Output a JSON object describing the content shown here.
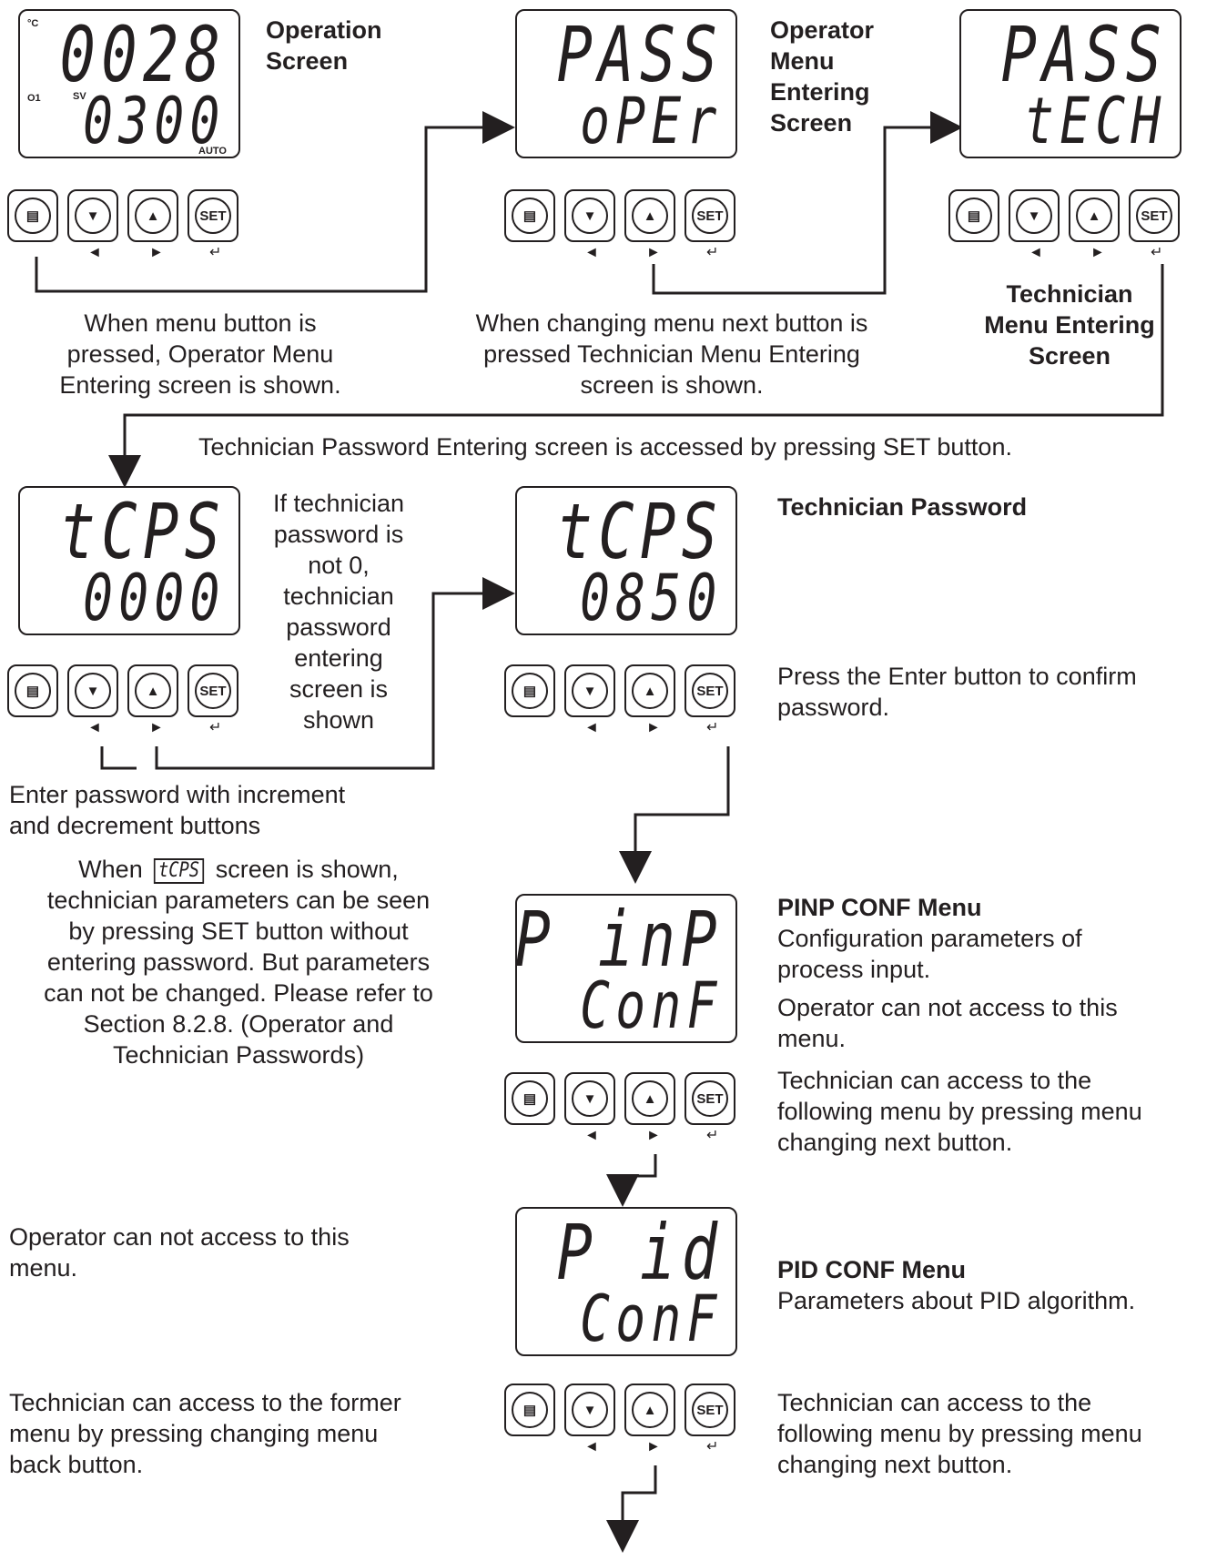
{
  "displays": [
    {
      "id": "operation",
      "top": "0028",
      "bottom": "0300",
      "unit": "°C",
      "o1": "O1",
      "sv": "SV",
      "auto": "AUTO"
    },
    {
      "id": "operator-pass",
      "top": "PASS",
      "bottom": "oPEr"
    },
    {
      "id": "tech-pass",
      "top": "PASS",
      "bottom": "tECH"
    },
    {
      "id": "tcps-0",
      "top": "tCPS",
      "bottom": "0000"
    },
    {
      "id": "tcps-850",
      "top": "tCPS",
      "bottom": "0850"
    },
    {
      "id": "pinp",
      "top": "P inP",
      "bottom": "ConF"
    },
    {
      "id": "pid",
      "top": "P id",
      "bottom": "ConF"
    }
  ],
  "buttons": {
    "set": "SET"
  },
  "labels": {
    "operation_screen": "Operation\nScreen",
    "operator_menu_entering": "Operator\nMenu\nEntering\nScreen",
    "technician_menu_entering": "Technician\nMenu Entering\nScreen",
    "menu_button_pressed": "When menu button is\npressed, Operator Menu\nEntering screen is shown.",
    "changing_menu_next": "When changing menu next button is\npressed Technician Menu Entering\nscreen is shown.",
    "tech_password_access": "Technician Password Entering screen is accessed by pressing SET button.",
    "if_not_zero": "If technician\npassword is\nnot 0,\ntechnician\npassword\nentering\nscreen is\nshown",
    "technician_password": "Technician Password",
    "press_enter": "Press the Enter button to confirm\npassword.",
    "enter_password_inc_dec": "Enter password with increment\nand decrement buttons",
    "when_shown_prefix": "When",
    "when_shown_code": "tCPS",
    "when_shown_rest": " screen is shown,\ntechnician parameters can be seen\nby pressing SET button without\nentering password. But parameters\ncan not be changed. Please refer to\nSection 8.2.8. (Operator and\nTechnician Passwords)",
    "pinp_title": "PINP CONF Menu",
    "pinp_desc": "Configuration parameters of\nprocess input.",
    "pinp_operator": "Operator can not access to this\nmenu.",
    "pinp_technician": "Technician can access to the\nfollowing menu by pressing menu\nchanging next button.",
    "operator_no_access": "Operator can not access to this\nmenu.",
    "pid_title": "PID CONF Menu",
    "pid_desc": "Parameters about PID algorithm.",
    "tech_former_menu": "Technician can access to the former\nmenu by pressing changing menu\nback button.",
    "pid_technician": "Technician can access to the\nfollowing menu by pressing menu\nchanging next button."
  },
  "icons": [
    "menu-icon",
    "down-arrow-icon",
    "up-arrow-icon",
    "set-icon",
    "left-arrow-icon",
    "right-arrow-icon",
    "enter-icon"
  ]
}
